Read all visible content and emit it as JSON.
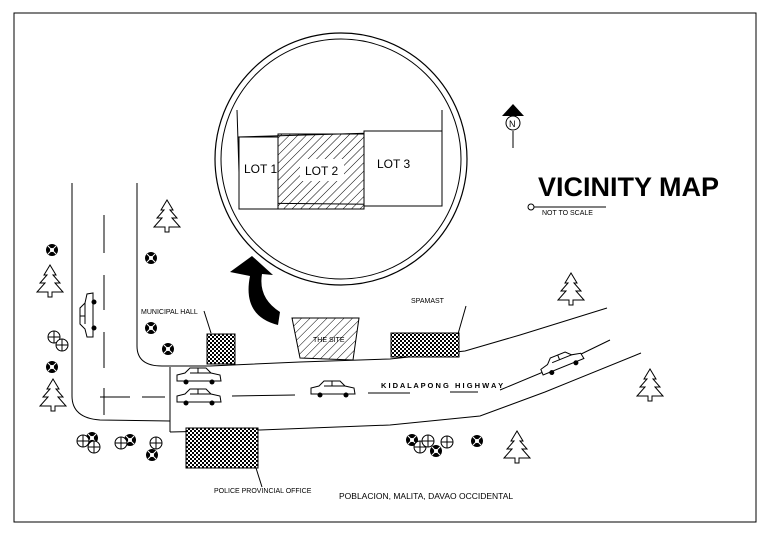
{
  "title": "VICINITY MAP",
  "scale_note": "NOT TO SCALE",
  "north_label": "N",
  "inset": {
    "lots": [
      {
        "label": "LOT 1",
        "hatched": false
      },
      {
        "label": "LOT 2",
        "hatched": true
      },
      {
        "label": "LOT 3",
        "hatched": false
      }
    ]
  },
  "labels": {
    "municipal_hall": "MUNICIPAL HALL",
    "site": "THE SITE",
    "spamast": "SPAMAST",
    "highway": "K I D A L A P O N G   H I G H W A Y",
    "police": "POLICE PROVINCIAL OFFICE",
    "location": "POBLACION, MALITA, DAVAO OCCIDENTAL"
  },
  "colors": {
    "ink": "#000000",
    "paper": "#ffffff"
  }
}
